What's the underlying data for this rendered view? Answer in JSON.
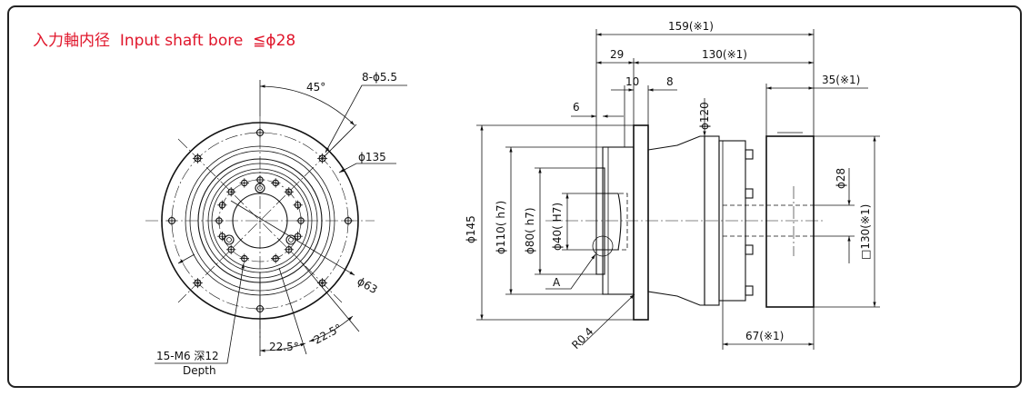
{
  "header": {
    "title_ja": "入力軸内径",
    "title_en": "Input shaft bore",
    "title_limit": "≦ϕ28"
  },
  "front_view": {
    "angle_top": "45°",
    "holes_outer": "8-ϕ5.5",
    "pcd_outer": "ϕ135",
    "pcd_inner": "ϕ63",
    "angle_bottom_left": "22.5°",
    "angle_bottom_right": "22.5°",
    "tapped_holes": "15-M6 深12",
    "tapped_depth": "Depth"
  },
  "side_view": {
    "overall_length": "159(※1)",
    "dim_29": "29",
    "dim_130": "130(※1)",
    "dim_10": "10",
    "dim_8": "8",
    "dim_6": "6",
    "dim_35": "35(※1)",
    "dia_120": "ϕ120",
    "dia_145": "ϕ145",
    "dia_110": "ϕ110( h7)",
    "dia_80": "ϕ80( h7)",
    "dia_40": "ϕ40( H7)",
    "dia_28": "ϕ28",
    "square_130": "□130(※1)",
    "dim_67": "67(※1)",
    "radius": "R0.4",
    "detail_label": "A"
  }
}
